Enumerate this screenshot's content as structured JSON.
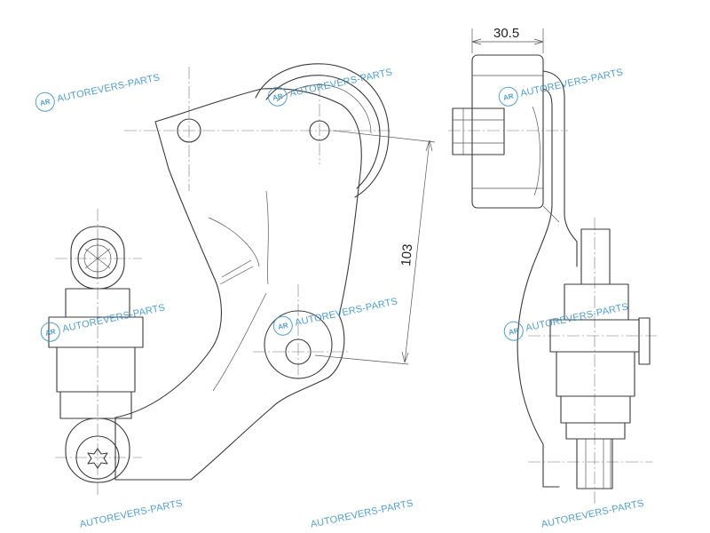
{
  "dimensions": {
    "width_label": "30.5",
    "center_distance_label": "103"
  },
  "watermark": {
    "logo_text": "AR",
    "brand_text": "AUTOREVERS-PARTS",
    "color": "#2f8fd0"
  },
  "line_color": "#3a3a3a"
}
